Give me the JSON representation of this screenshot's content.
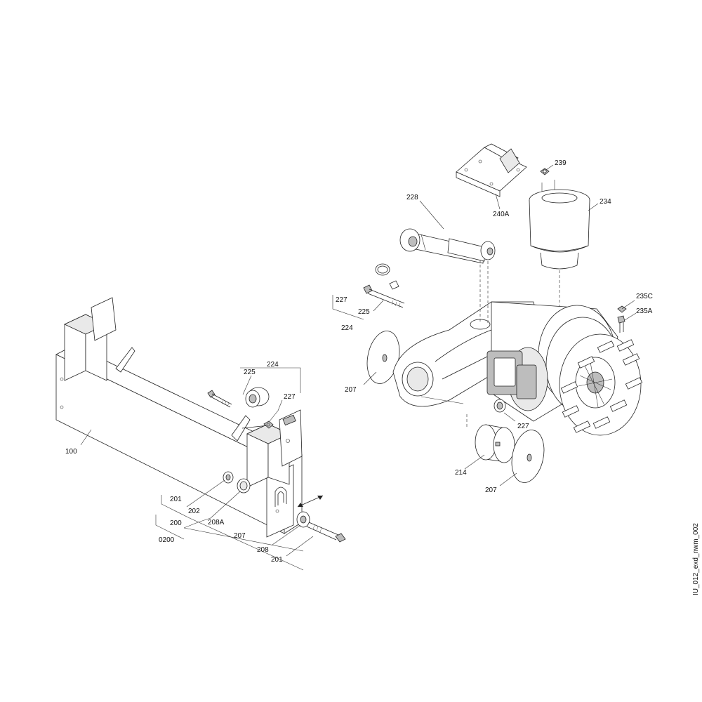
{
  "drawing": {
    "drawing_id": "IU_012_exd_nwm_002",
    "callouts": {
      "c100": "100",
      "c201a": "201",
      "c202": "202",
      "c200": "200",
      "c0200": "0200",
      "c208A": "208A",
      "c207a": "207",
      "c208": "208",
      "c201b": "201",
      "c224a": "224",
      "c225a": "225",
      "c227a": "227",
      "c228": "228",
      "c240A": "240A",
      "c239": "239",
      "c234": "234",
      "c227b": "227",
      "c225b": "225",
      "c224b": "224",
      "c207b": "207",
      "c235C": "235C",
      "c235A": "235A",
      "c227c": "227",
      "c214": "214",
      "c207c": "207"
    }
  }
}
